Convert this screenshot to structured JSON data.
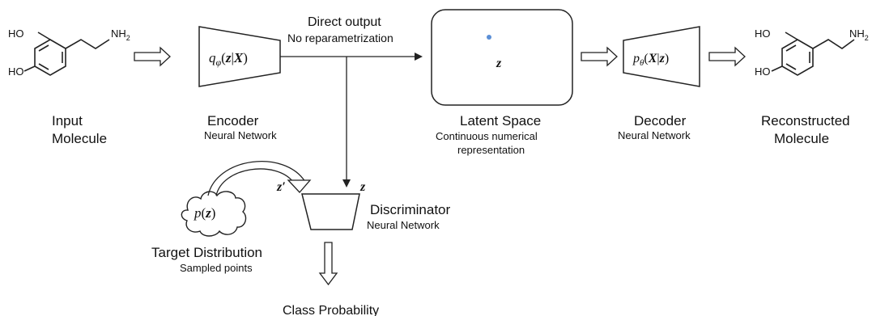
{
  "molecule_input": {
    "oh_top": "HO",
    "oh_bottom": "HO",
    "amine": "NH",
    "amine_sub": "2"
  },
  "molecule_output": {
    "oh_top": "HO",
    "oh_bottom": "HO",
    "amine": "NH",
    "amine_sub": "2"
  },
  "input": {
    "line1": "Input",
    "line2": "Molecule"
  },
  "encoder": {
    "title": "Encoder",
    "subtitle": "Neural Network",
    "formula": {
      "q": "q",
      "sub": "φ",
      "open": "(",
      "z": "z",
      "bar": "|",
      "X": "X",
      "close": ")"
    }
  },
  "direct_output": {
    "line1": "Direct output",
    "line2": "No reparametrization"
  },
  "latent": {
    "title": "Latent Space",
    "subtitle1": "Continuous numerical",
    "subtitle2": "representation",
    "z_label": "z",
    "dot_color": "#5b8fd6"
  },
  "decoder": {
    "title": "Decoder",
    "subtitle": "Neural Network",
    "formula": {
      "p": "p",
      "sub": "θ",
      "open": "(",
      "X": "X",
      "bar": "|",
      "z": "z",
      "close": ")"
    }
  },
  "reconstructed": {
    "line1": "Reconstructed",
    "line2": "Molecule"
  },
  "discriminator": {
    "title": "Discriminator",
    "subtitle": "Neural Network",
    "z_prime": "z′",
    "z": "z"
  },
  "target": {
    "title": "Target Distribution",
    "subtitle": "Sampled points",
    "formula": {
      "p": "p",
      "open": "(",
      "z": "z",
      "close": ")"
    }
  },
  "class_probability": {
    "label": "Class Probability"
  }
}
